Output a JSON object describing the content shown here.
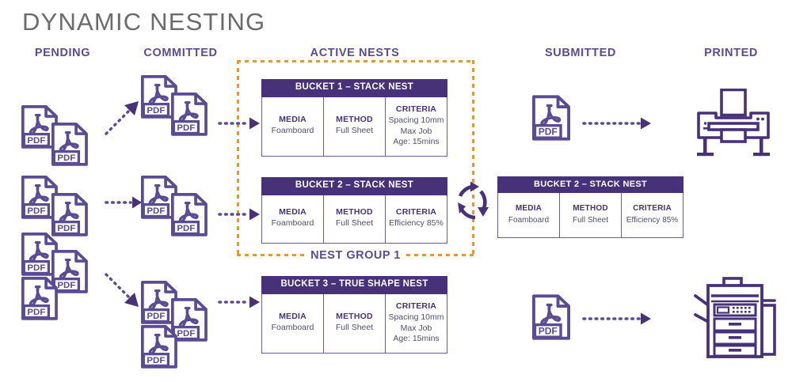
{
  "title": "DYNAMIC NESTING",
  "theme": {
    "purple_dark": "#473178",
    "purple": "#5b4b93",
    "purple_outline": "#6b5aa5",
    "orange": "#e8972e",
    "title_gray": "#6b6b6b",
    "body_text": "#4f4f6e"
  },
  "columns": [
    {
      "id": "pending",
      "label": "PENDING"
    },
    {
      "id": "committed",
      "label": "COMMITTED"
    },
    {
      "id": "active",
      "label": "ACTIVE NESTS"
    },
    {
      "id": "submitted",
      "label": "SUBMITTED"
    },
    {
      "id": "printed",
      "label": "PRINTED"
    }
  ],
  "nest_group": {
    "label": "NEST GROUP 1"
  },
  "cell_labels": {
    "media": "MEDIA",
    "method": "METHOD",
    "criteria": "CRITERIA"
  },
  "buckets": [
    {
      "id": "bucket-1",
      "title": "BUCKET 1 – STACK NEST",
      "media_label": "MEDIA",
      "media_value": "Foamboard",
      "method_label": "METHOD",
      "method_value": "Full Sheet",
      "criteria_label": "CRITERIA",
      "criteria_value": "Spacing 10mm\nMax Job\nAge: 15mins"
    },
    {
      "id": "bucket-2",
      "title": "BUCKET 2 – STACK NEST",
      "media_label": "MEDIA",
      "media_value": "Foamboard",
      "method_label": "METHOD",
      "method_value": "Full Sheet",
      "criteria_label": "CRITERIA",
      "criteria_value": "Efficiency 85%"
    },
    {
      "id": "bucket-3",
      "title": "BUCKET 3 – TRUE SHAPE NEST",
      "media_label": "MEDIA",
      "media_value": "Foamboard",
      "method_label": "METHOD",
      "method_value": "Full Sheet",
      "criteria_label": "CRITERIA",
      "criteria_value": "Spacing 10mm\nMax Job\nAge: 15mins"
    },
    {
      "id": "bucket-2-submitted",
      "title": "BUCKET 2 – STACK NEST",
      "media_label": "MEDIA",
      "media_value": "Foamboard",
      "method_label": "METHOD",
      "method_value": "Full Sheet",
      "criteria_label": "CRITERIA",
      "criteria_value": "Efficiency 85%"
    }
  ],
  "pdf_label": "PDF",
  "icons": {
    "pdf": "pdf-document-icon",
    "sync": "sync-recycle-icon",
    "wide_printer": "wide-format-printer-icon",
    "copier": "multifunction-copier-icon",
    "arrow_diagonal_up": "dotted-arrow-up-right-icon",
    "arrow_horizontal": "dotted-arrow-right-icon",
    "arrow_diagonal_down": "dotted-arrow-down-right-icon"
  }
}
